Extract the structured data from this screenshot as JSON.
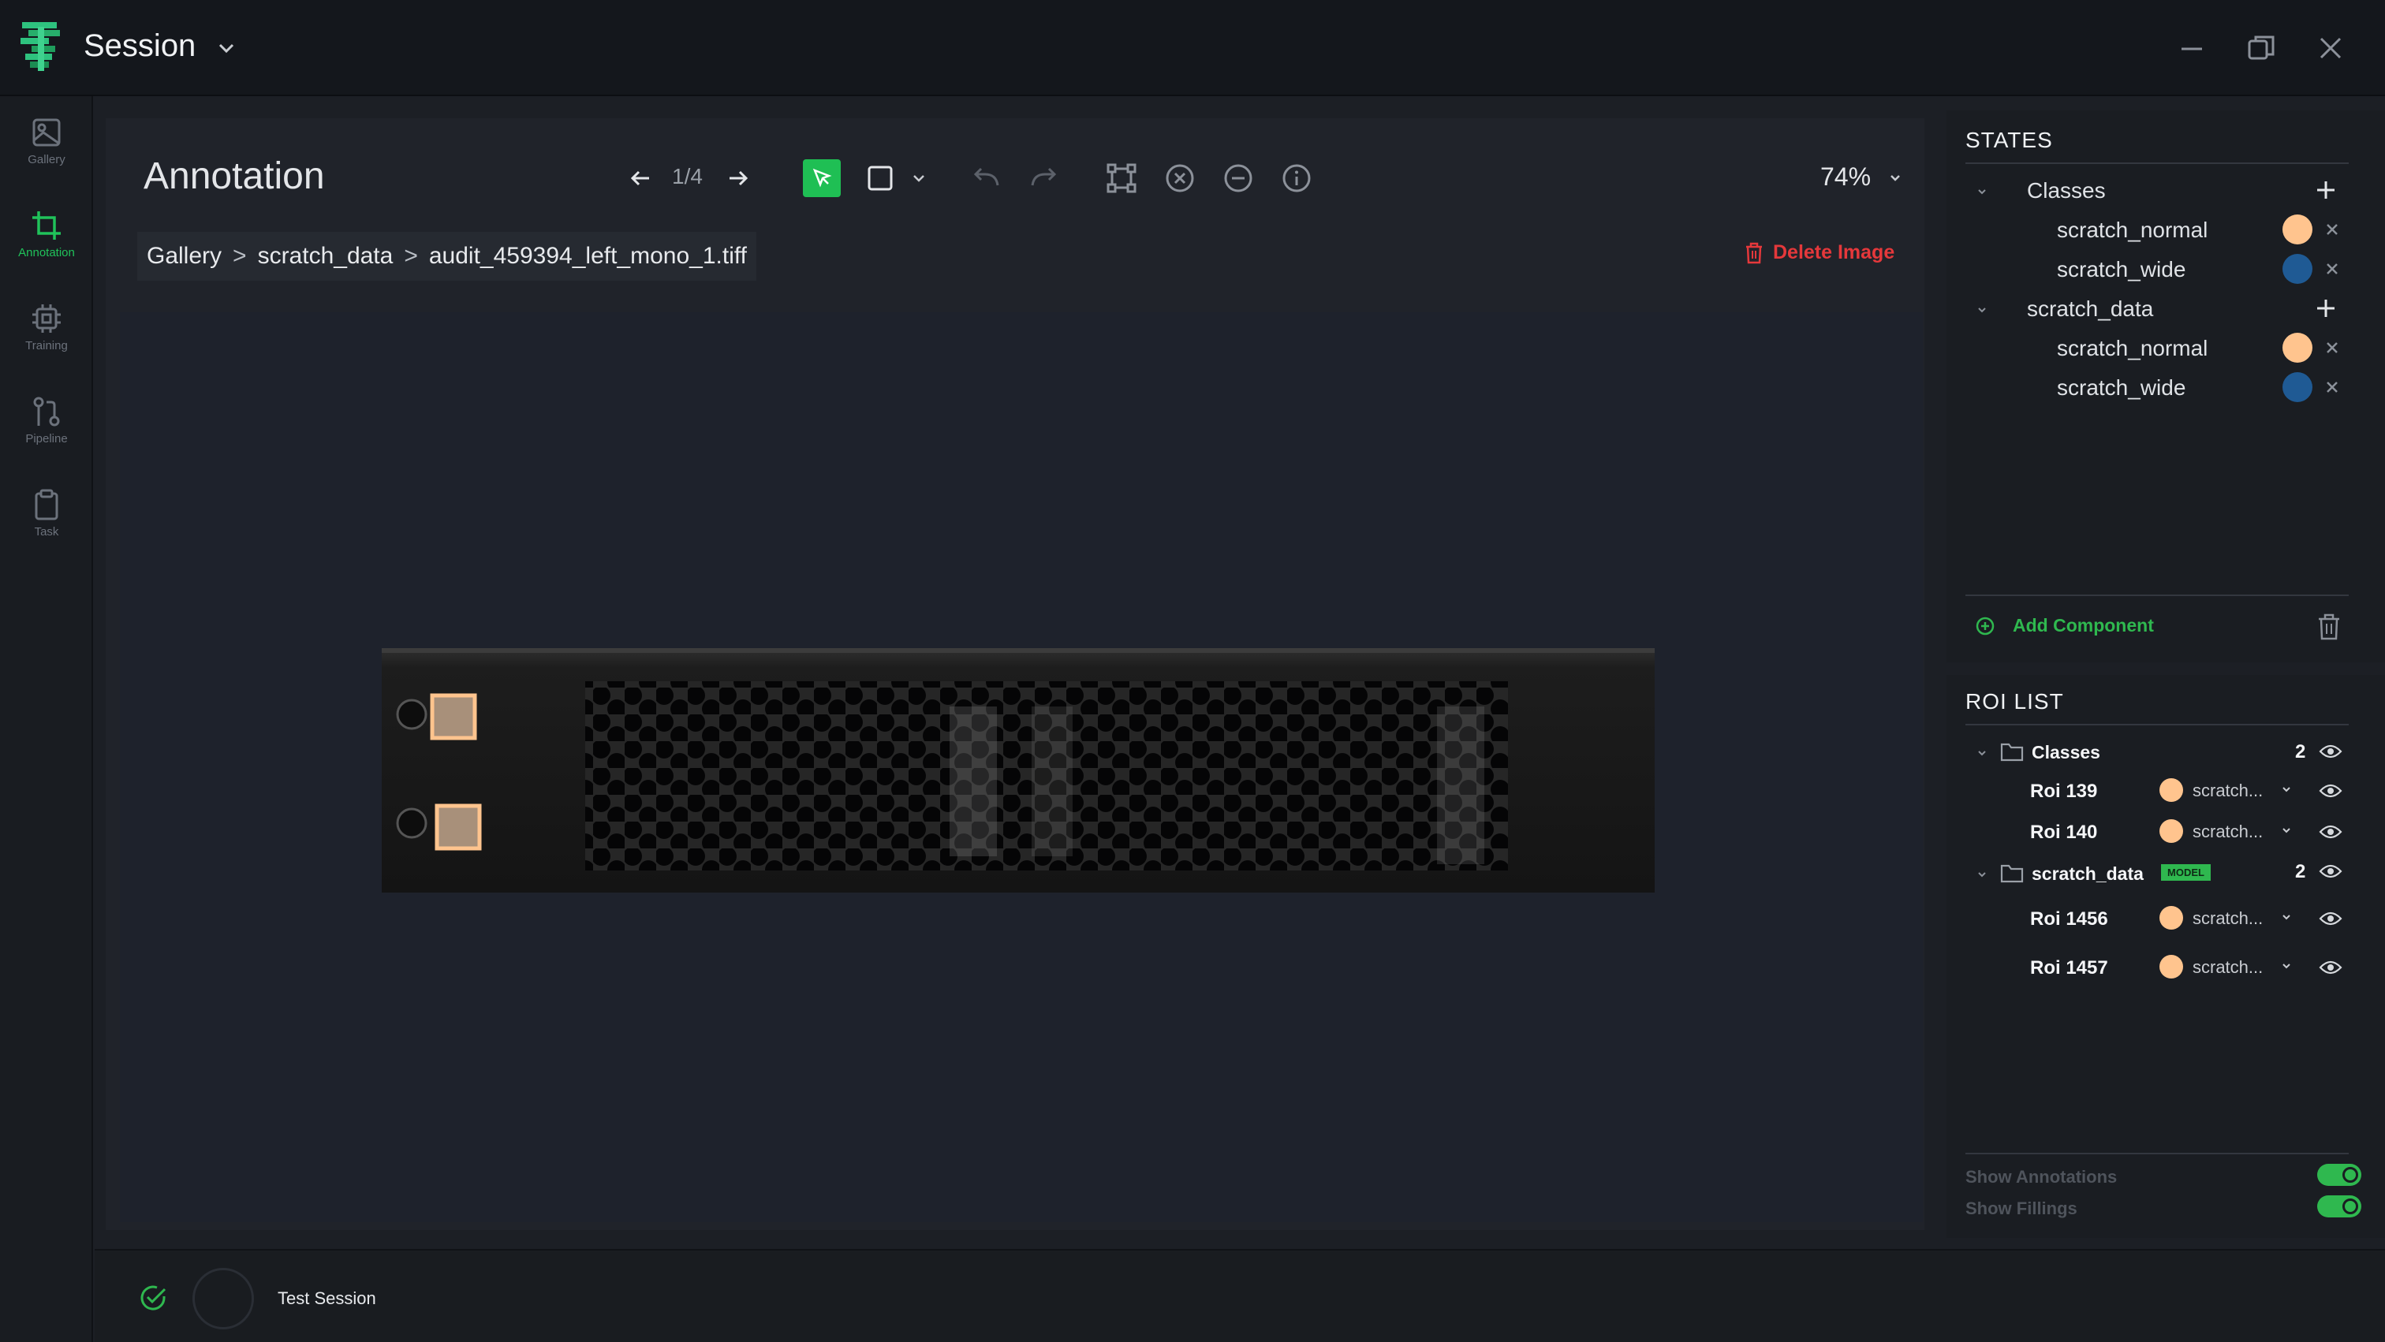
{
  "window": {
    "title": "Session"
  },
  "rail": {
    "items": [
      {
        "label": "Gallery",
        "icon": "image-icon",
        "active": false
      },
      {
        "label": "Annotation",
        "icon": "crop-icon",
        "active": true
      },
      {
        "label": "Training",
        "icon": "chip-icon",
        "active": false
      },
      {
        "label": "Pipeline",
        "icon": "pipeline-icon",
        "active": false
      },
      {
        "label": "Task",
        "icon": "clipboard-icon",
        "active": false
      }
    ]
  },
  "toolbar": {
    "title": "Annotation",
    "page_indicator": "1/4",
    "zoom": "74%"
  },
  "breadcrumb": {
    "items": [
      "Gallery",
      "scratch_data",
      "audit_459394_left_mono_1.tiff"
    ],
    "separator": ">"
  },
  "delete_label": "Delete Image",
  "states": {
    "heading": "STATES",
    "groups": [
      {
        "name": "Classes",
        "classes": [
          {
            "name": "scratch_normal",
            "color": "#ffc48e"
          },
          {
            "name": "scratch_wide",
            "color": "#1f5a94"
          }
        ]
      },
      {
        "name": "scratch_data",
        "classes": [
          {
            "name": "scratch_normal",
            "color": "#ffc48e"
          },
          {
            "name": "scratch_wide",
            "color": "#1f5a94"
          }
        ]
      }
    ],
    "add_component": "Add Component"
  },
  "roi_list": {
    "heading": "ROI LIST",
    "groups": [
      {
        "name": "Classes",
        "count": "2",
        "badge": "",
        "rois": [
          {
            "name": "Roi 139",
            "class": "scratch...",
            "color": "#ffc48e"
          },
          {
            "name": "Roi 140",
            "class": "scratch...",
            "color": "#ffc48e"
          }
        ]
      },
      {
        "name": "scratch_data",
        "count": "2",
        "badge": "MODEL",
        "rois": [
          {
            "name": "Roi 1456",
            "class": "scratch...",
            "color": "#ffc48e"
          },
          {
            "name": "Roi 1457",
            "class": "scratch...",
            "color": "#ffc48e"
          }
        ]
      }
    ],
    "show_annotations": "Show Annotations",
    "show_fillings": "Show Fillings"
  },
  "status": {
    "session_name": "Test Session"
  },
  "colors": {
    "accent": "#2fb84f",
    "danger": "#e5383b",
    "orange_class": "#ffc48e",
    "blue_class": "#1f5a94"
  }
}
